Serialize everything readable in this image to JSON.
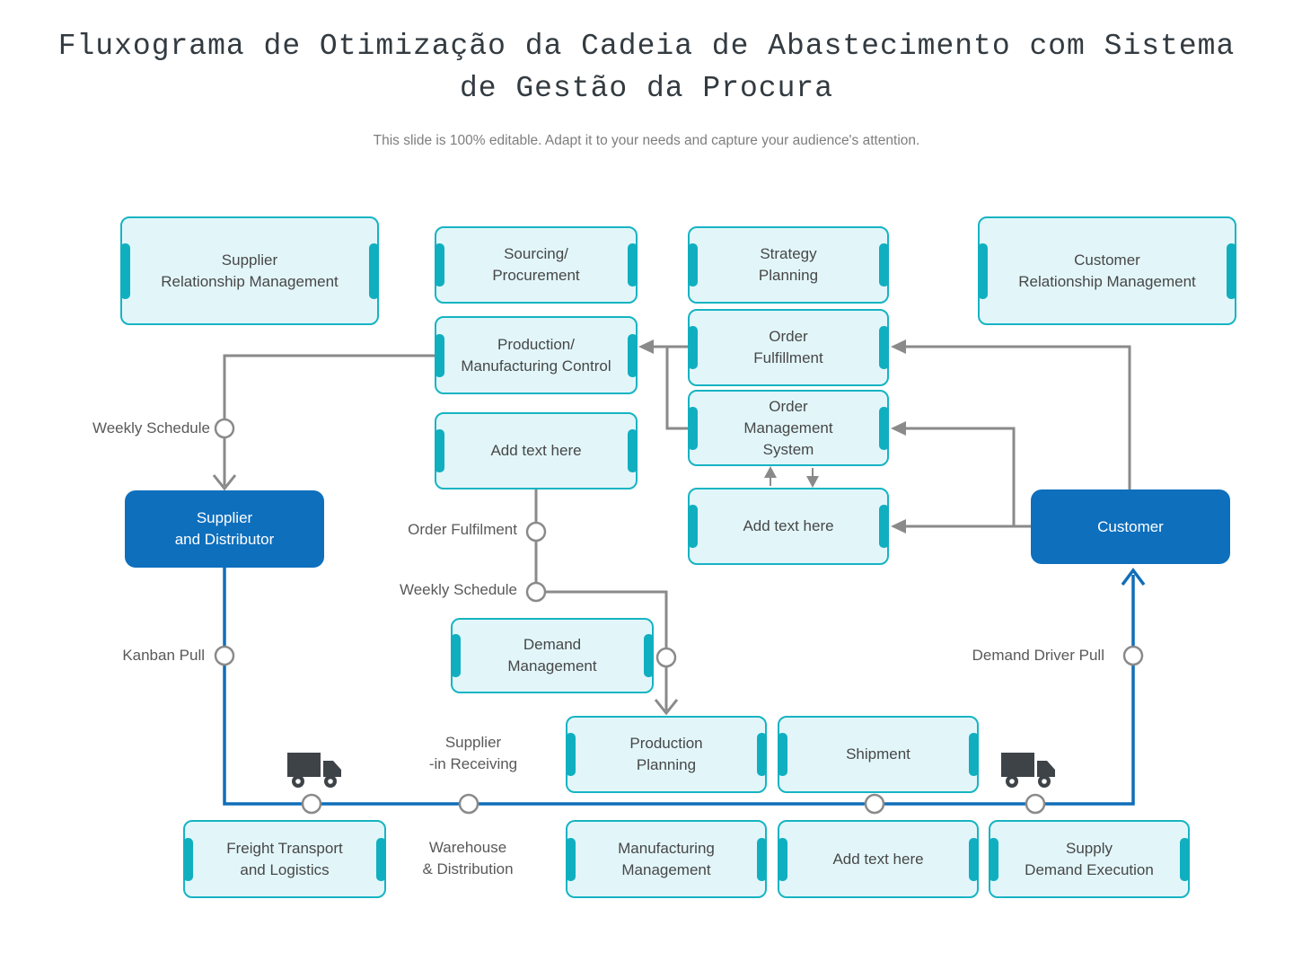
{
  "header": {
    "title": "Fluxograma de Otimização da Cadeia de Abastecimento com Sistema\nde Gestão da Procura",
    "subtitle": "This slide is 100% editable. Adapt it to your needs and capture your audience's attention."
  },
  "colors": {
    "box_fill": "#e2f6fa",
    "box_border": "#16b4c3",
    "tab_accent": "#10afc0",
    "entity_blue": "#0e6fbd",
    "wire_gray": "#8a8a8a",
    "wire_blue": "#0f6eb9",
    "box_text": "#474747",
    "label_text": "#595959",
    "title_text": "#333b41"
  },
  "boxes": {
    "srm": "Supplier\nRelationship Management",
    "sourcing": "Sourcing/\nProcurement",
    "strategy": "Strategy\nPlanning",
    "crm": "Customer\nRelationship Management",
    "pmc": "Production/\nManufacturing Control",
    "order_fulfillment": "Order\nFulfillment",
    "oms": "Order\nManagement\nSystem",
    "add_center": "Add text here",
    "add_right": "Add text here",
    "supplier_distributor": "Supplier\nand Distributor",
    "customer": "Customer",
    "demand_management": "Demand\nManagement",
    "production_planning": "Production\nPlanning",
    "shipment": "Shipment",
    "freight": "Freight Transport\nand Logistics",
    "manufacturing_management": "Manufacturing\nManagement",
    "add_bottom": "Add text here",
    "supply_demand_execution": "Supply\nDemand Execution"
  },
  "edge_labels": {
    "weekly_left": "Weekly Schedule",
    "order_fulfilment": "Order Fulfilment",
    "weekly_center": "Weekly Schedule",
    "kanban": "Kanban Pull",
    "demand_driver": "Demand Driver Pull",
    "supplier_in_receiving": "Supplier\n-in Receiving",
    "warehouse_distribution": "Warehouse\n& Distribution"
  },
  "icons": {
    "truck_left": "truck-icon",
    "truck_right": "truck-icon"
  }
}
